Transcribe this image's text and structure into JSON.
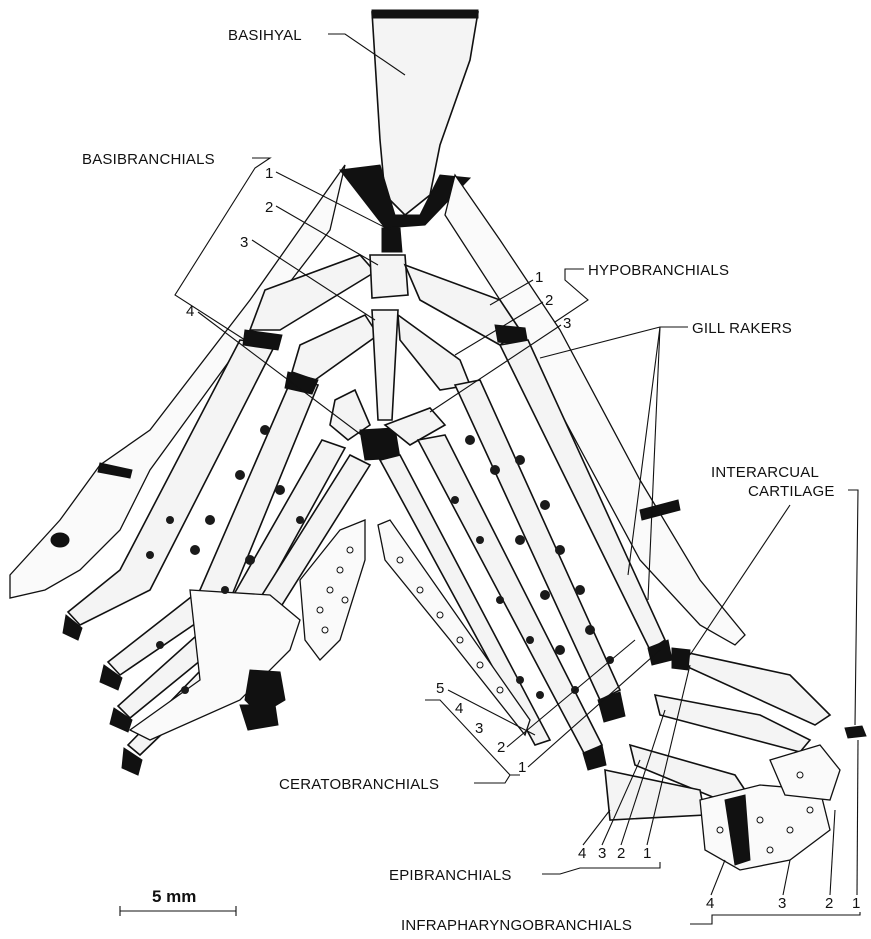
{
  "labels": {
    "basihyal": "BASIHYAL",
    "basibranchials": "BASIBRANCHIALS",
    "hypobranchials": "HYPOBRANCHIALS",
    "gill_rakers": "GILL RAKERS",
    "interarcual_1": "INTERARCUAL",
    "interarcual_2": "CARTILAGE",
    "ceratobranchials": "CERATOBRANCHIALS",
    "epibranchials": "EPIBRANCHIALS",
    "infrapharyngobranchials": "INFRAPHARYNGOBRANCHIALS"
  },
  "numbers": {
    "basi": [
      "1",
      "2",
      "3",
      "4"
    ],
    "hypo": [
      "1",
      "2",
      "3"
    ],
    "cerato": [
      "5",
      "4",
      "3",
      "2",
      "1"
    ],
    "epi": [
      "4",
      "3",
      "2",
      "1"
    ],
    "infra": [
      "4",
      "3",
      "2",
      "1"
    ]
  },
  "scale_bar": {
    "label": "5 mm"
  }
}
